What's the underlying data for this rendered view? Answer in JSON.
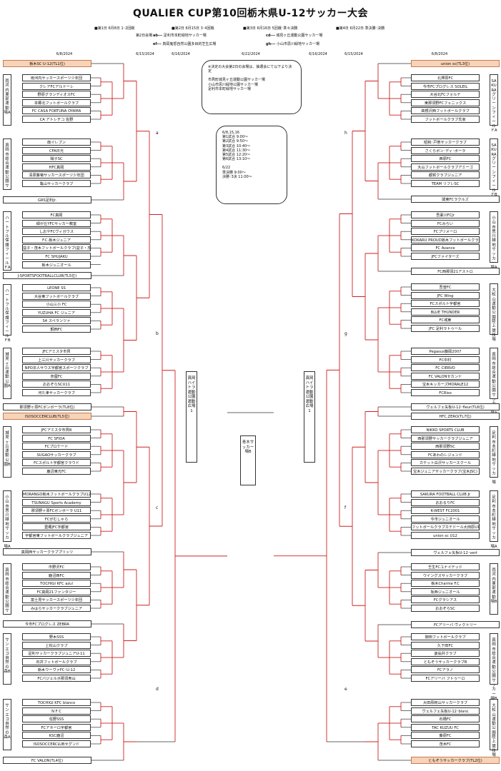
{
  "title": "QUALIER CUP第10回栃木県U-12サッカー大会",
  "schedule": [
    "■第1日 6月8日 1･2回戦",
    "■第2日 6月15日 3･4回戦",
    "■第3日 6月16日 5回戦･準々決勝",
    "■第4日 6月22日 準決勝･決勝"
  ],
  "venue_legend": {
    "label": "第2日会場",
    "items": [
      {
        "key": "ab---",
        "name": "足利市本町緑地サッカー場"
      },
      {
        "key": "cd---",
        "name": "城見ヶ丘運動公園サッカー場"
      },
      {
        "key": "ef---",
        "name": "真岡鬼怒自然公園多目的芝生広場"
      },
      {
        "key": "gh---",
        "name": "小山市思川緑地サッカー場"
      }
    ]
  },
  "dates": [
    "6/8/2024",
    "6/15/2024",
    "6/16/2024",
    "6/22/2024",
    "6/16/2024",
    "6/15/2024",
    "6/8/2024"
  ],
  "notice": {
    "lines": [
      "※決定の大会第2日の会場は、抽選会にて以下より決定",
      "",
      "市貝町城見ヶ丘運動公園サッカー場",
      "小山市思川緑地公園サッカー場",
      "足利市本町緑地サッカー場"
    ]
  },
  "times": {
    "lines": [
      "6/8,15,16",
      "第1試合   9:00〜",
      "第2試合   9:50〜",
      "第3試合  10:40〜",
      "第4試合  11:30〜",
      "第5試合  12:20〜",
      "第6試合  13:10〜",
      "",
      "6/22",
      "  準決勝        9:00〜",
      "  決勝･3決    11:00〜"
    ]
  },
  "center_venue": "青木サッカー場B",
  "left_mid_venue": "真岡ハイトラ運動公園運動広場1",
  "right_mid_venue": "真岡ハイトラ運動公園運動広場1",
  "letters": {
    "a": "a",
    "b": "b",
    "c": "c",
    "d": "d",
    "e": "e",
    "f": "f",
    "g": "g",
    "h": "h"
  },
  "left_groups": [
    {
      "label": "雨河内東部運動場A",
      "teams": [
        "雨河内サッカースポーツ少年団",
        "クレアFCアルドーレ",
        "野原グランディオスFC",
        "本郷北フットボールクラブ",
        "FC CASA FORTUNA OYAMA",
        "CA アトレチコ 佐野"
      ]
    },
    {
      "label": "真岡市総合運動公園サ",
      "teams": [
        "南イレブン",
        "CFA日光",
        "陽子SC",
        "HFC真岡",
        "清原藤菊サッカースポーツ少年団",
        "亀山サッカークラブ"
      ]
    },
    {
      "label": "ハートフル保護フィールドA",
      "teams": [
        "FC真岡",
        "緑が丘YFCサッカー教室",
        "しおやFCヴィガウス",
        "F.C.栃木ジュニア",
        "益子・茂木フットボールクラブ(益子・茂木FC)",
        "FC SHUJAKU",
        "栃木ジュニオール"
      ]
    },
    {
      "label": "ハートフル保護フィールドB",
      "teams": [
        "LEONE SS",
        "大谷東フットボールクラブ",
        "小山三小 FC",
        "YUZUHA FC ジュニア",
        "S4 スペランツァ",
        "鋼西FC"
      ]
    },
    {
      "label": "城見ヶ丘運動公園A",
      "teams": [
        "JFCアミスタ市貝",
        "上三川サッカークラブ",
        "NPO法人サウス宇都宮スポーツクラブ",
        "奈屋FC",
        "おおぞらSCU11",
        "河久津サッカークラブ"
      ]
    },
    {
      "label": "城見ヶ丘運動公園B",
      "teams": [
        "JFCアミスタ市貝B",
        "FC SFIDA",
        "FCプロケード",
        "SUGAOサッカークラブ",
        "FCスポルト宇都宮クラウド",
        "鹿沼東光FC"
      ]
    },
    {
      "label": "小山市思川緑地サッカー場A",
      "teams": [
        "MORANGO栃木フットボールクラブU12",
        "TSUNAGU Sports Academy",
        "那須野ヶ原FCボンボーラ U11",
        "FCがむしゃら",
        "豊郷JFC宇都宮",
        "宇都宮東フットボールクラブジュニア"
      ]
    },
    {
      "label": "真岡市総合運動公園サ",
      "teams": [
        "市野沢FC",
        "鹿沼西FC",
        "TOCHIGI KFC azul",
        "FC真岡21ファンタジー",
        "富士見サッカースポーツ少年団",
        "みはらサッカークラブジュニア"
      ]
    },
    {
      "label": "サンエコ自然の森B",
      "teams": [
        "野木SSS",
        "上松山クラブ",
        "足利サッカークラブジュニアU-11",
        "石井フットボールクラブ",
        "栃木ウーヴァFC･U-12",
        "FCバジェルボ那須烏山"
      ]
    },
    {
      "label": "サンエコ自然の森A",
      "teams": [
        "TOCHIGI KFC blanco",
        "N F C",
        "佐野SSS",
        "FCアネーロ宇都宮",
        "KSC鹿沼",
        "ISOSOCCERCLUBセグンド"
      ]
    }
  ],
  "left_singles": {
    "top_seed": "栃木SC U-12(TL1位)",
    "grs": "GRS足利Jr.",
    "jsports": "J-SPORTSFOOTBALLCLUB(TL5位)",
    "nasuno": "那須野ヶ原FCボンボーラ(TL8位)",
    "iso": "ISOSOCCERCLUB(TL5位)",
    "mooka_priz": "真岡西サッカークラブプリッツ",
    "imaichi": "今市FCプログレス ZEBRA",
    "valon": "FC VALON(TL4位)"
  },
  "right_groups": [
    {
      "label": "SAKURAグリーンフィールドA",
      "teams": [
        "北押原FC",
        "今市FCプログレス SOLEIL",
        "大谷北FCフォルテ",
        "東那須野FCフェニックス",
        "高根沢西フットボールクラブ",
        "フットボールクラブ氏家"
      ]
    },
    {
      "label": "SAKURAグリーンフィールドB",
      "teams": [
        "昭和･戸祭サッカークラブ",
        "さくらボン･ディ･ボーラ",
        "西原FC",
        "大山フットボールクラブアミーゴ",
        "都賀クラブジュニア",
        "TEAM リフレSC"
      ]
    },
    {
      "label": "小山市思川緑地サッカー場A",
      "teams": [
        "吾妻川FCJr",
        "FCみらい",
        "FCプリメーロ",
        "KOKARU PROUD栃木フットボールクラブ",
        "FC Avance",
        "JFCファイターズ"
      ]
    },
    {
      "label": "大松山運動公園陸上競技場",
      "teams": [
        "吾曽FC",
        "JFC Wing",
        "FCスポルト宇都宮",
        "BLUE THUNDER",
        "FC城東",
        "JFC 足利ラトゥール"
      ]
    },
    {
      "label": "真岡市総合運動公園サッカー場A",
      "teams": [
        "Pegasus藤岡2007",
        "FC中村",
        "FC CIERVO",
        "FC VALONセカンド",
        "宝木キッカーズMORALE12",
        "FCRiso"
      ]
    },
    {
      "label": "足利市本町緑地サッカー場",
      "teams": [
        "NIKKO SPORTS CLUB",
        "西那須野サッカークラブジュニア",
        "西那須野SC",
        "FCあわのレジェンド",
        "カテット白沢サッカースクール",
        "宝木ジュニアサッカークラブ(宝木JSC)"
      ]
    },
    {
      "label": "足利市本町緑地サッカー場A",
      "teams": [
        "SAKURA FOOTBALL CLUB Jr",
        "おおるりFC",
        "K-WEST FC2001",
        "今市ジュニオール",
        "フットボールクラブカテドール大田原U12",
        "union sc U12"
      ]
    },
    {
      "label": "雨河内東部運動場B",
      "teams": [
        "壬生FCユナイテッド",
        "ウイングスサッカークラブ",
        "栃木Charme F.C",
        "坂西ジュニオール",
        "FCグラシアス",
        "おおぞらSC"
      ]
    },
    {
      "label": "真岡市総合運動公園サッカー場B",
      "teams": [
        "御田フットボールクラブ",
        "久下田FC",
        "姿翁井クラブ",
        "ともぞうサッカークラブB",
        "FCアラノ",
        "FCアリーバ フトゥーロ"
      ]
    },
    {
      "label": "大松山運動公園陸上競技場",
      "teams": [
        "大田原籾山サッカークラブ",
        "ヴェルフェ矢板U-12･blanc",
        "石橋FC",
        "TAC KUZUU FC",
        "藤原FC",
        "茂木FC"
      ]
    }
  ],
  "right_singles": {
    "top_seed": "union sc(TL3位)",
    "kanto": "関東FCラクルズ",
    "mooka21": "FC西那須21アストロ",
    "verfe_6": "ヴェルフェ矢板U-12･fleur(TL6位)",
    "hfc_zero": "HFC.ZERO(TL7位)",
    "verfe_vert": "ヴェルフェ矢板U-12･vert",
    "arriba": "FCアリーバ ヴィクトリー",
    "tomozo": "ともぞうサッカークラブ(TL2位)"
  }
}
